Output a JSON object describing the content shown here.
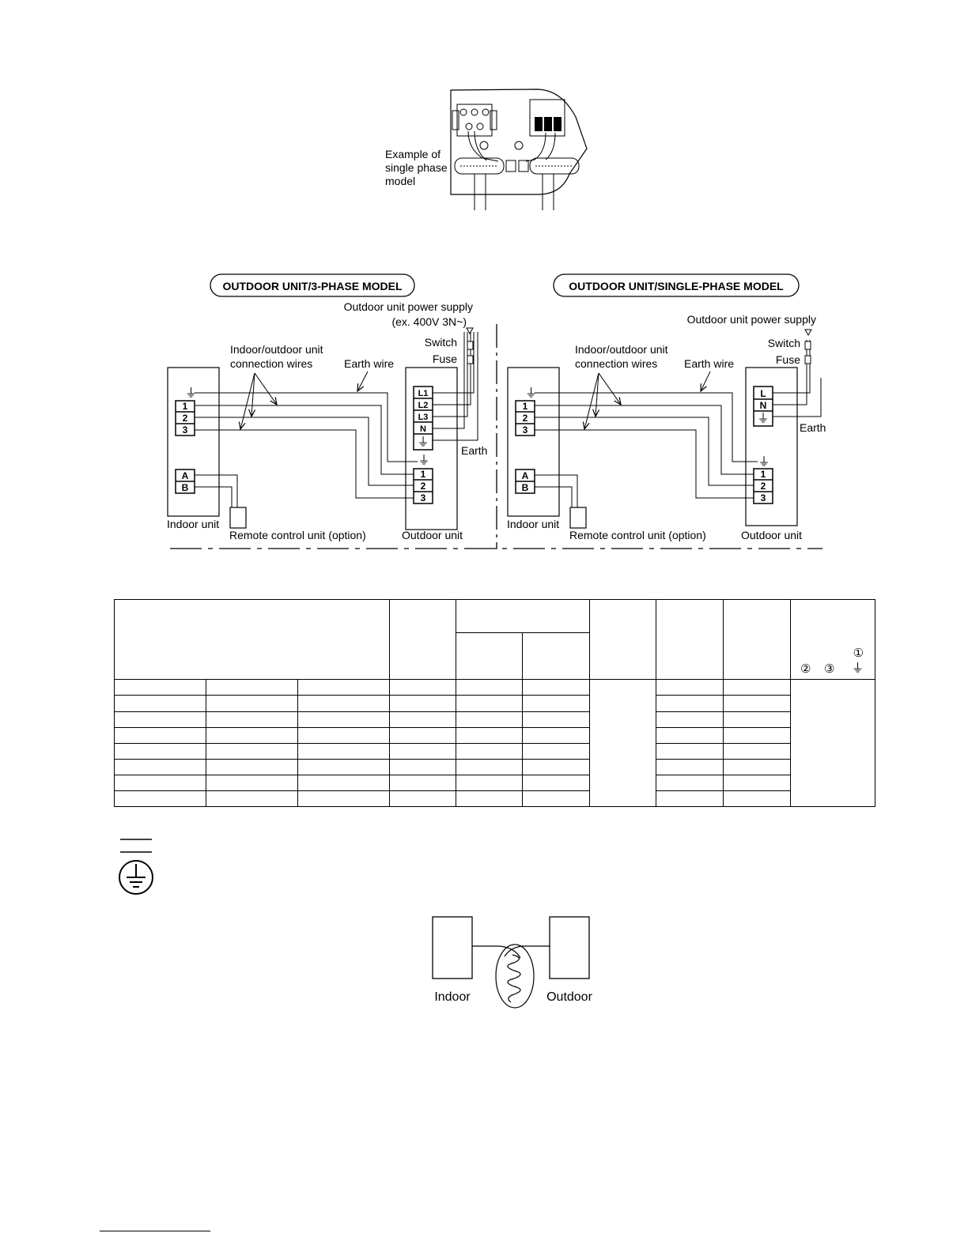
{
  "terminal_example": {
    "caption": [
      "Example of",
      "single phase",
      "model"
    ]
  },
  "three_phase": {
    "title": "OUTDOOR UNIT/3-PHASE MODEL",
    "power_supply": "Outdoor unit power supply",
    "power_spec": "(ex. 400V 3N~)",
    "switch": "Switch",
    "fuse": "Fuse",
    "connection_wires": [
      "Indoor/outdoor unit",
      "connection wires"
    ],
    "earth_wire": "Earth wire",
    "earth": "Earth",
    "indoor_unit": "Indoor unit",
    "remote": "Remote control unit (option)",
    "outdoor_unit": "Outdoor unit",
    "indoor_terminals": [
      "1",
      "2",
      "3"
    ],
    "remote_terminals": [
      "A",
      "B"
    ],
    "power_terminals": [
      "L1",
      "L2",
      "L3",
      "N"
    ],
    "outdoor_terminals": [
      "1",
      "2",
      "3"
    ]
  },
  "single_phase": {
    "title": "OUTDOOR UNIT/SINGLE-PHASE MODEL",
    "power_supply": "Outdoor unit power supply",
    "switch": "Switch",
    "fuse": "Fuse",
    "connection_wires": [
      "Indoor/outdoor unit",
      "connection wires"
    ],
    "earth_wire": "Earth wire",
    "earth": "Earth",
    "indoor_unit": "Indoor unit",
    "remote": "Remote control unit (option)",
    "outdoor_unit": "Outdoor unit",
    "indoor_terminals": [
      "1",
      "2",
      "3"
    ],
    "remote_terminals": [
      "A",
      "B"
    ],
    "power_terminals": [
      "L",
      "N"
    ],
    "outdoor_terminals": [
      "1",
      "2",
      "3"
    ]
  },
  "table": {
    "header_symbols": [
      "①",
      "②",
      "③"
    ]
  },
  "loop_diagram": {
    "indoor": "Indoor",
    "outdoor": "Outdoor"
  }
}
